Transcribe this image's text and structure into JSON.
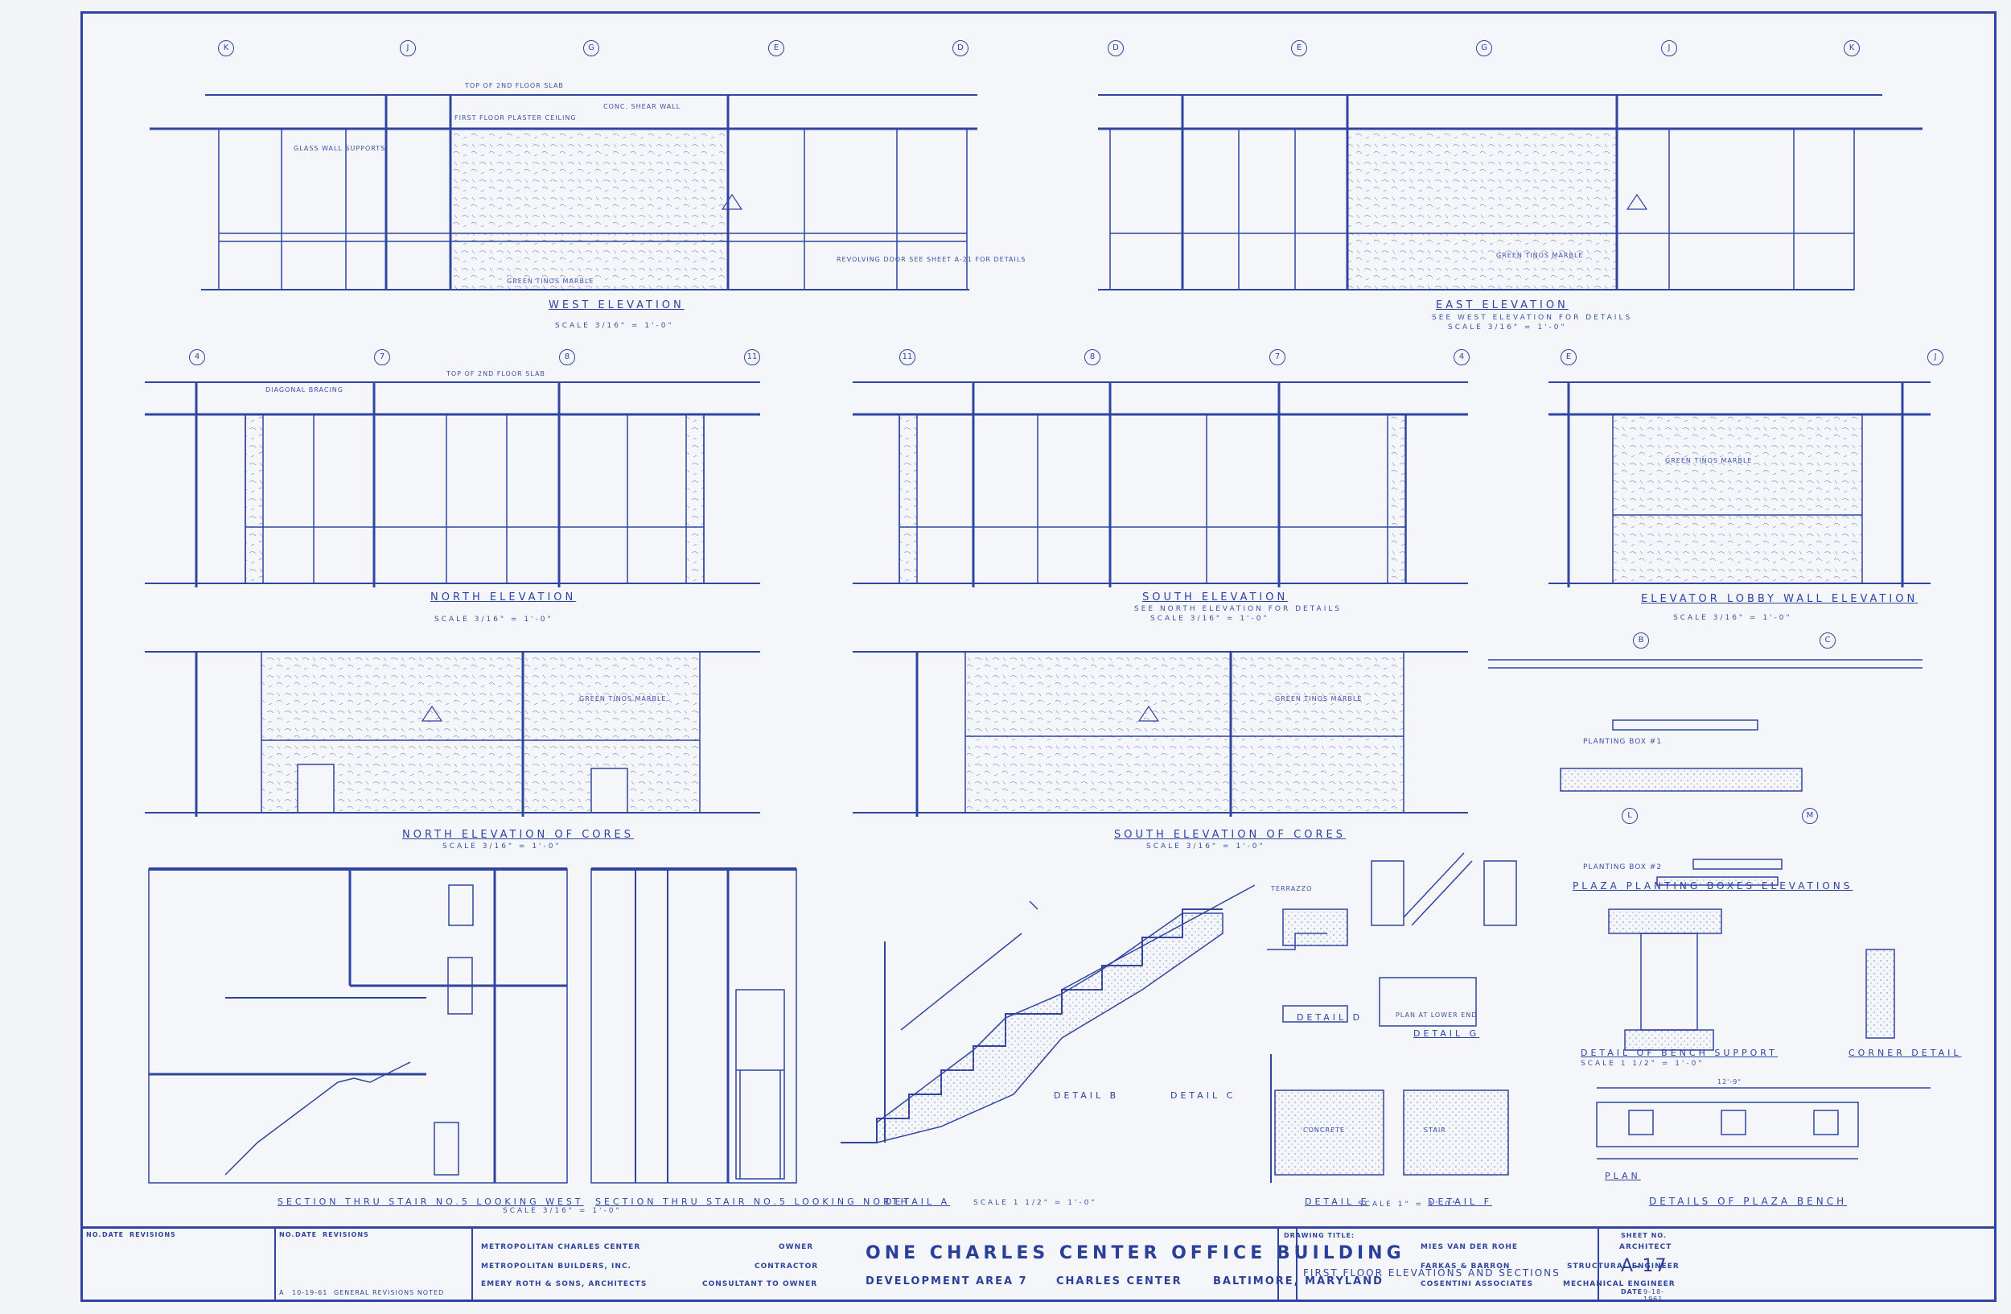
{
  "views": {
    "west_elevation": "WEST ELEVATION",
    "east_elevation": "EAST ELEVATION",
    "north_elevation": "NORTH ELEVATION",
    "south_elevation": "SOUTH ELEVATION",
    "elevator_lobby": "ELEVATOR LOBBY WALL ELEVATION",
    "north_cores": "NORTH ELEVATION OF CORES",
    "south_cores": "SOUTH ELEVATION OF CORES",
    "section_west": "SECTION THRU STAIR NO.5 LOOKING WEST",
    "section_north": "SECTION THRU STAIR NO.5 LOOKING NORTH",
    "detail_a": "DETAIL A",
    "detail_b": "DETAIL B",
    "detail_c": "DETAIL C",
    "detail_d": "DETAIL D",
    "detail_e": "DETAIL E",
    "detail_f": "DETAIL F",
    "detail_g": "DETAIL G",
    "plan_at_lower_end": "PLAN AT LOWER END",
    "plaza_planting": "PLAZA PLANTING BOXES ELEVATIONS",
    "bench_support": "DETAIL OF BENCH SUPPORT",
    "corner_detail": "CORNER DETAIL",
    "plan": "PLAN",
    "plaza_bench": "DETAILS OF PLAZA BENCH",
    "planting_box_1": "PLANTING BOX #1",
    "planting_box_2": "PLANTING BOX #2"
  },
  "scales": {
    "s316": "SCALE 3/16\" = 1'-0\"",
    "s1": "SCALE 1\" = 1'-0\"",
    "s112": "SCALE 1 1/2\" = 1'-0\""
  },
  "notes": {
    "top_2nd": "TOP OF 2ND FLOOR SLAB",
    "plaster_ceiling": "FIRST FLOOR PLASTER CEILING",
    "shear_wall": "CONC. SHEAR WALL",
    "green_marble": "GREEN TINOS MARBLE",
    "glass_supports": "GLASS WALL SUPPORTS",
    "diagonal_bracing": "DIAGONAL BRACING",
    "see_west": "SEE WEST ELEVATION FOR DETAILS",
    "see_north": "SEE NORTH ELEVATION FOR DETAILS",
    "revolving_door": "REVOLVING DOOR SEE SHEET A-21 FOR DETAILS",
    "bench_dim": "12'-9\"",
    "concrete": "CONCRETE",
    "stair": "STAIR",
    "terrazzo": "TERRAZZO"
  },
  "grid": {
    "west": [
      "K",
      "J",
      "G",
      "E",
      "D"
    ],
    "east": [
      "D",
      "E",
      "G",
      "J",
      "K"
    ],
    "north": [
      "4",
      "7",
      "8",
      "11"
    ],
    "south": [
      "11",
      "8",
      "7",
      "4"
    ],
    "lobby": [
      "E",
      "J"
    ],
    "plaza": [
      "B",
      "C",
      "L",
      "M"
    ]
  },
  "titleblock": {
    "rev_no": "NO.",
    "rev_date": "DATE",
    "rev_revisions": "REVISIONS",
    "rev_entry_no": "A",
    "rev_entry_date": "10-19-61",
    "rev_entry_text": "GENERAL REVISIONS NOTED",
    "owner_name": "METROPOLITAN CHARLES CENTER",
    "owner_role": "OWNER",
    "contractor_name": "METROPOLITAN BUILDERS, INC.",
    "contractor_role": "CONTRACTOR",
    "consultant_name": "EMERY ROTH & SONS, ARCHITECTS",
    "consultant_role": "CONSULTANT TO OWNER",
    "project_title": "ONE CHARLES CENTER OFFICE BUILDING",
    "dev_area": "DEVELOPMENT AREA 7",
    "center": "CHARLES CENTER",
    "city": "BALTIMORE, MARYLAND",
    "architect_name": "MIES VAN DER ROHE",
    "architect_role": "ARCHITECT",
    "structural_name": "FARKAS & BARRON",
    "structural_role": "STRUCTURAL ENGINEER",
    "mech_name": "COSENTINI ASSOCIATES",
    "mech_role": "MECHANICAL ENGINEER",
    "drawing_title_label": "DRAWING TITLE:",
    "drawing_title": "FIRST FLOOR ELEVATIONS AND SECTIONS",
    "sheet_label": "SHEET NO.",
    "sheet_no": "A-17",
    "date_label": "DATE",
    "date": "9-18-1961"
  }
}
